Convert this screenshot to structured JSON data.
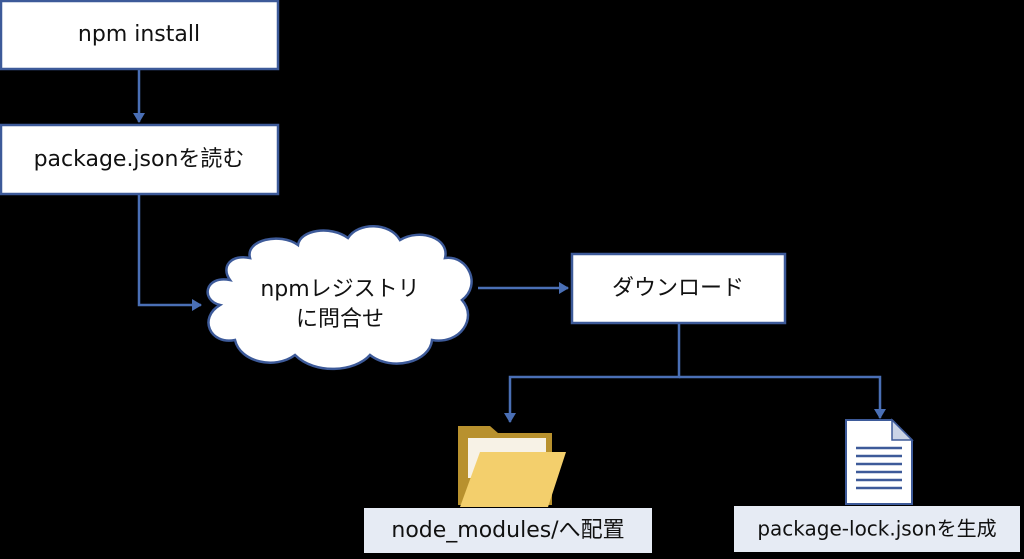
{
  "diagram": {
    "nodes": {
      "npm_install": "npm install",
      "read_package_json": "package.jsonを読む",
      "query_registry_line1": "npmレジストリ",
      "query_registry_line2": "に問合せ",
      "download": "ダウンロード",
      "place_node_modules": "node_modules/へ配置",
      "generate_lock": "package-lock.jsonを生成"
    },
    "icons": {
      "folder": "folder-icon",
      "document": "document-icon"
    },
    "colors": {
      "background": "#000000",
      "box_fill": "#ffffff",
      "box_border": "#3d5a99",
      "arrow": "#4a6fb5",
      "caption_fill": "#e6ebf4",
      "folder_back": "#b8912e",
      "folder_front": "#f3cf6c",
      "document_fill": "#ffffff",
      "document_lines": "#3d5a99"
    }
  }
}
